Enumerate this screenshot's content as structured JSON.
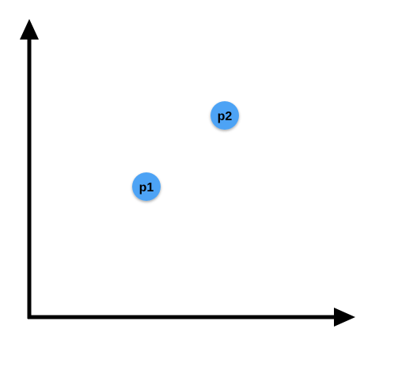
{
  "diagram": {
    "points": [
      {
        "id": "p1",
        "label": "p1"
      },
      {
        "id": "p2",
        "label": "p2"
      }
    ]
  },
  "colors": {
    "point_fill": "#4da3f5",
    "axis": "#000000",
    "background": "#ffffff"
  }
}
